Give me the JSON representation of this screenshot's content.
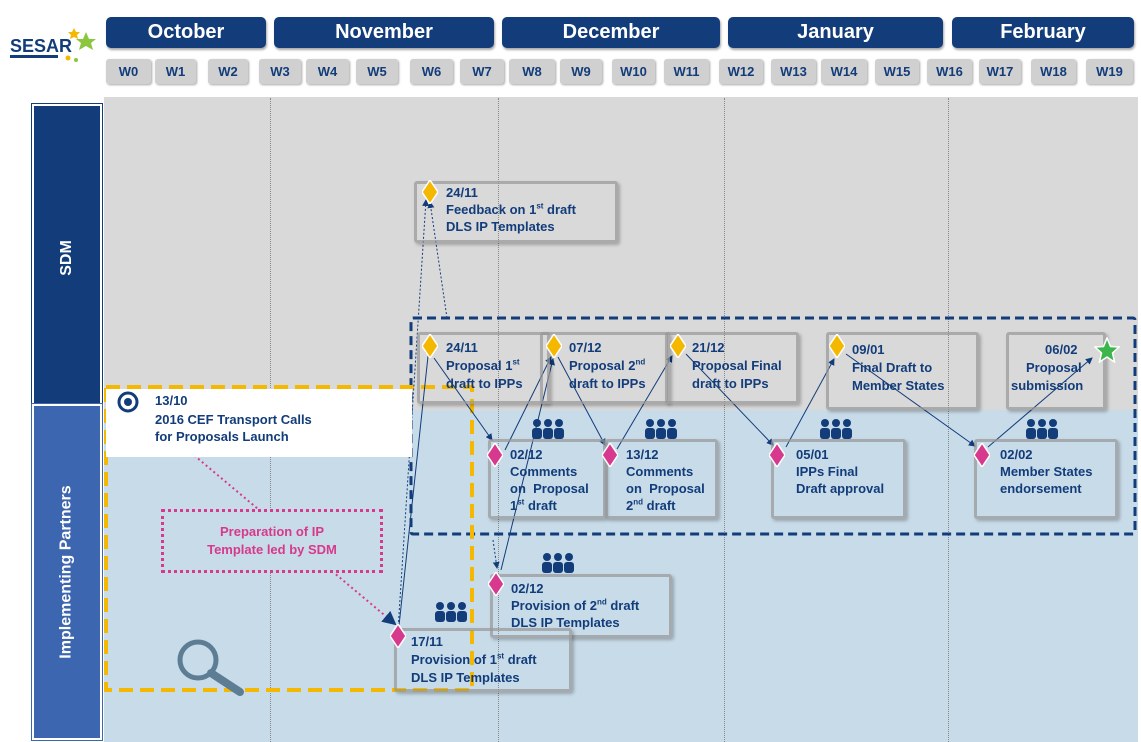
{
  "logo": {
    "text": "SESAR"
  },
  "months": [
    "October",
    "November",
    "December",
    "January",
    "February"
  ],
  "weeks": [
    "W0",
    "W1",
    "W2",
    "W3",
    "W4",
    "W5",
    "W6",
    "W7",
    "W8",
    "W9",
    "W10",
    "W11",
    "W12",
    "W13",
    "W14",
    "W15",
    "W16",
    "W17",
    "W18",
    "W19"
  ],
  "lanes": {
    "sdm": "SDM",
    "ip": "Implementing Partners"
  },
  "milestones": {
    "m2411_feedback": {
      "date": "24/11",
      "line1": "Feedback on 1",
      "sup": "st",
      "line1b": " draft",
      "line2": "DLS IP Templates"
    },
    "m2411_proposal": {
      "date": "24/11",
      "line1": "Proposal 1",
      "sup": "st",
      "line2": "draft to IPPs"
    },
    "m0712": {
      "date": "07/12",
      "line1": "Proposal 2",
      "sup": "nd",
      "line2": "draft to IPPs"
    },
    "m2112": {
      "date": "21/12",
      "line1": "Proposal Final",
      "line2": "draft to IPPs"
    },
    "m0901": {
      "date": "09/01",
      "line1": "Final Draft to",
      "line2": "Member States"
    },
    "m0602": {
      "date": "06/02",
      "line1": "Proposal",
      "line2": "submission"
    },
    "m1310": {
      "date": "13/10",
      "line1": "2016 CEF Transport Calls",
      "line2": "for Proposals Launch"
    },
    "m0212_comments": {
      "date": "02/12",
      "line1": "Comments",
      "line2": "on  Proposal",
      "line3": "1",
      "sup": "st",
      "line3b": " draft"
    },
    "m1312": {
      "date": "13/12",
      "line1": "Comments",
      "line2": "on  Proposal",
      "line3": "2",
      "sup": "nd",
      "line3b": " draft"
    },
    "m0501": {
      "date": "05/01",
      "line1": "IPPs Final",
      "line2": "Draft approval"
    },
    "m0202": {
      "date": "02/02",
      "line1": "Member States",
      "line2": "endorsement"
    },
    "m0212_provision": {
      "date": "02/12",
      "line1": "Provision of 2",
      "sup": "nd",
      "line1b": " draft",
      "line2": "DLS IP Templates"
    },
    "m1711": {
      "date": "17/11",
      "line1": "Provision of 1",
      "sup": "st",
      "line1b": " draft",
      "line2": "DLS IP Templates"
    }
  },
  "preparation": {
    "text": "Preparation of IP Template led by SDM"
  },
  "colors": {
    "navy": "#123c7a",
    "gold": "#f5b800",
    "magenta": "#d6398d",
    "sdm_bg": "#d9d9d9",
    "ip_bg": "#c8dbe8",
    "star": "#3cb54a"
  },
  "icons": [
    "magnifier-icon",
    "people-icon",
    "star-icon",
    "diamond-icon",
    "circle-marker-icon"
  ]
}
